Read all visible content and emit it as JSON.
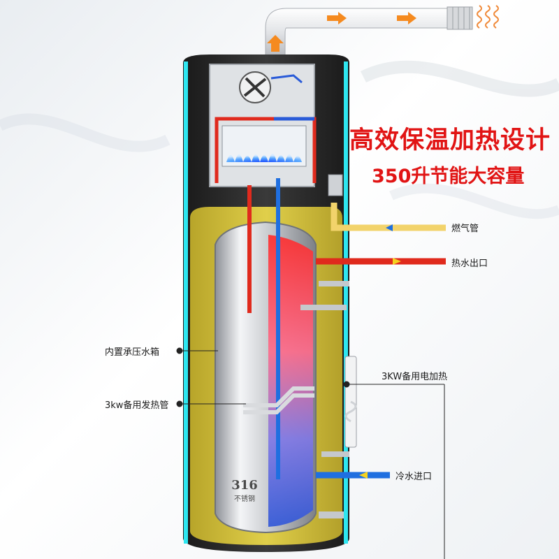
{
  "headline": "高效保温加热设计",
  "subheadline": "350升节能大容量",
  "callouts": {
    "gas_pipe": "燃气管",
    "hot_water_outlet": "热水出口",
    "inner_tank": "内置承压水箱",
    "backup_heater_left": "3kw备用发热管",
    "backup_heater_right": "3KW备用电加热",
    "cold_water_inlet": "冷水进口"
  },
  "tank_marking": {
    "number": "316",
    "material": "不锈钢"
  },
  "colors": {
    "headline": "#e11414",
    "insulation": "#d2c13a",
    "outer_shell": "#2c2c2c",
    "trim": "#2ee6f0",
    "hot_pipe": "#e02a1d",
    "cold_pipe": "#1f6fe0",
    "gas_pipe": "#f2d36b",
    "flame": "#2a7bff"
  }
}
